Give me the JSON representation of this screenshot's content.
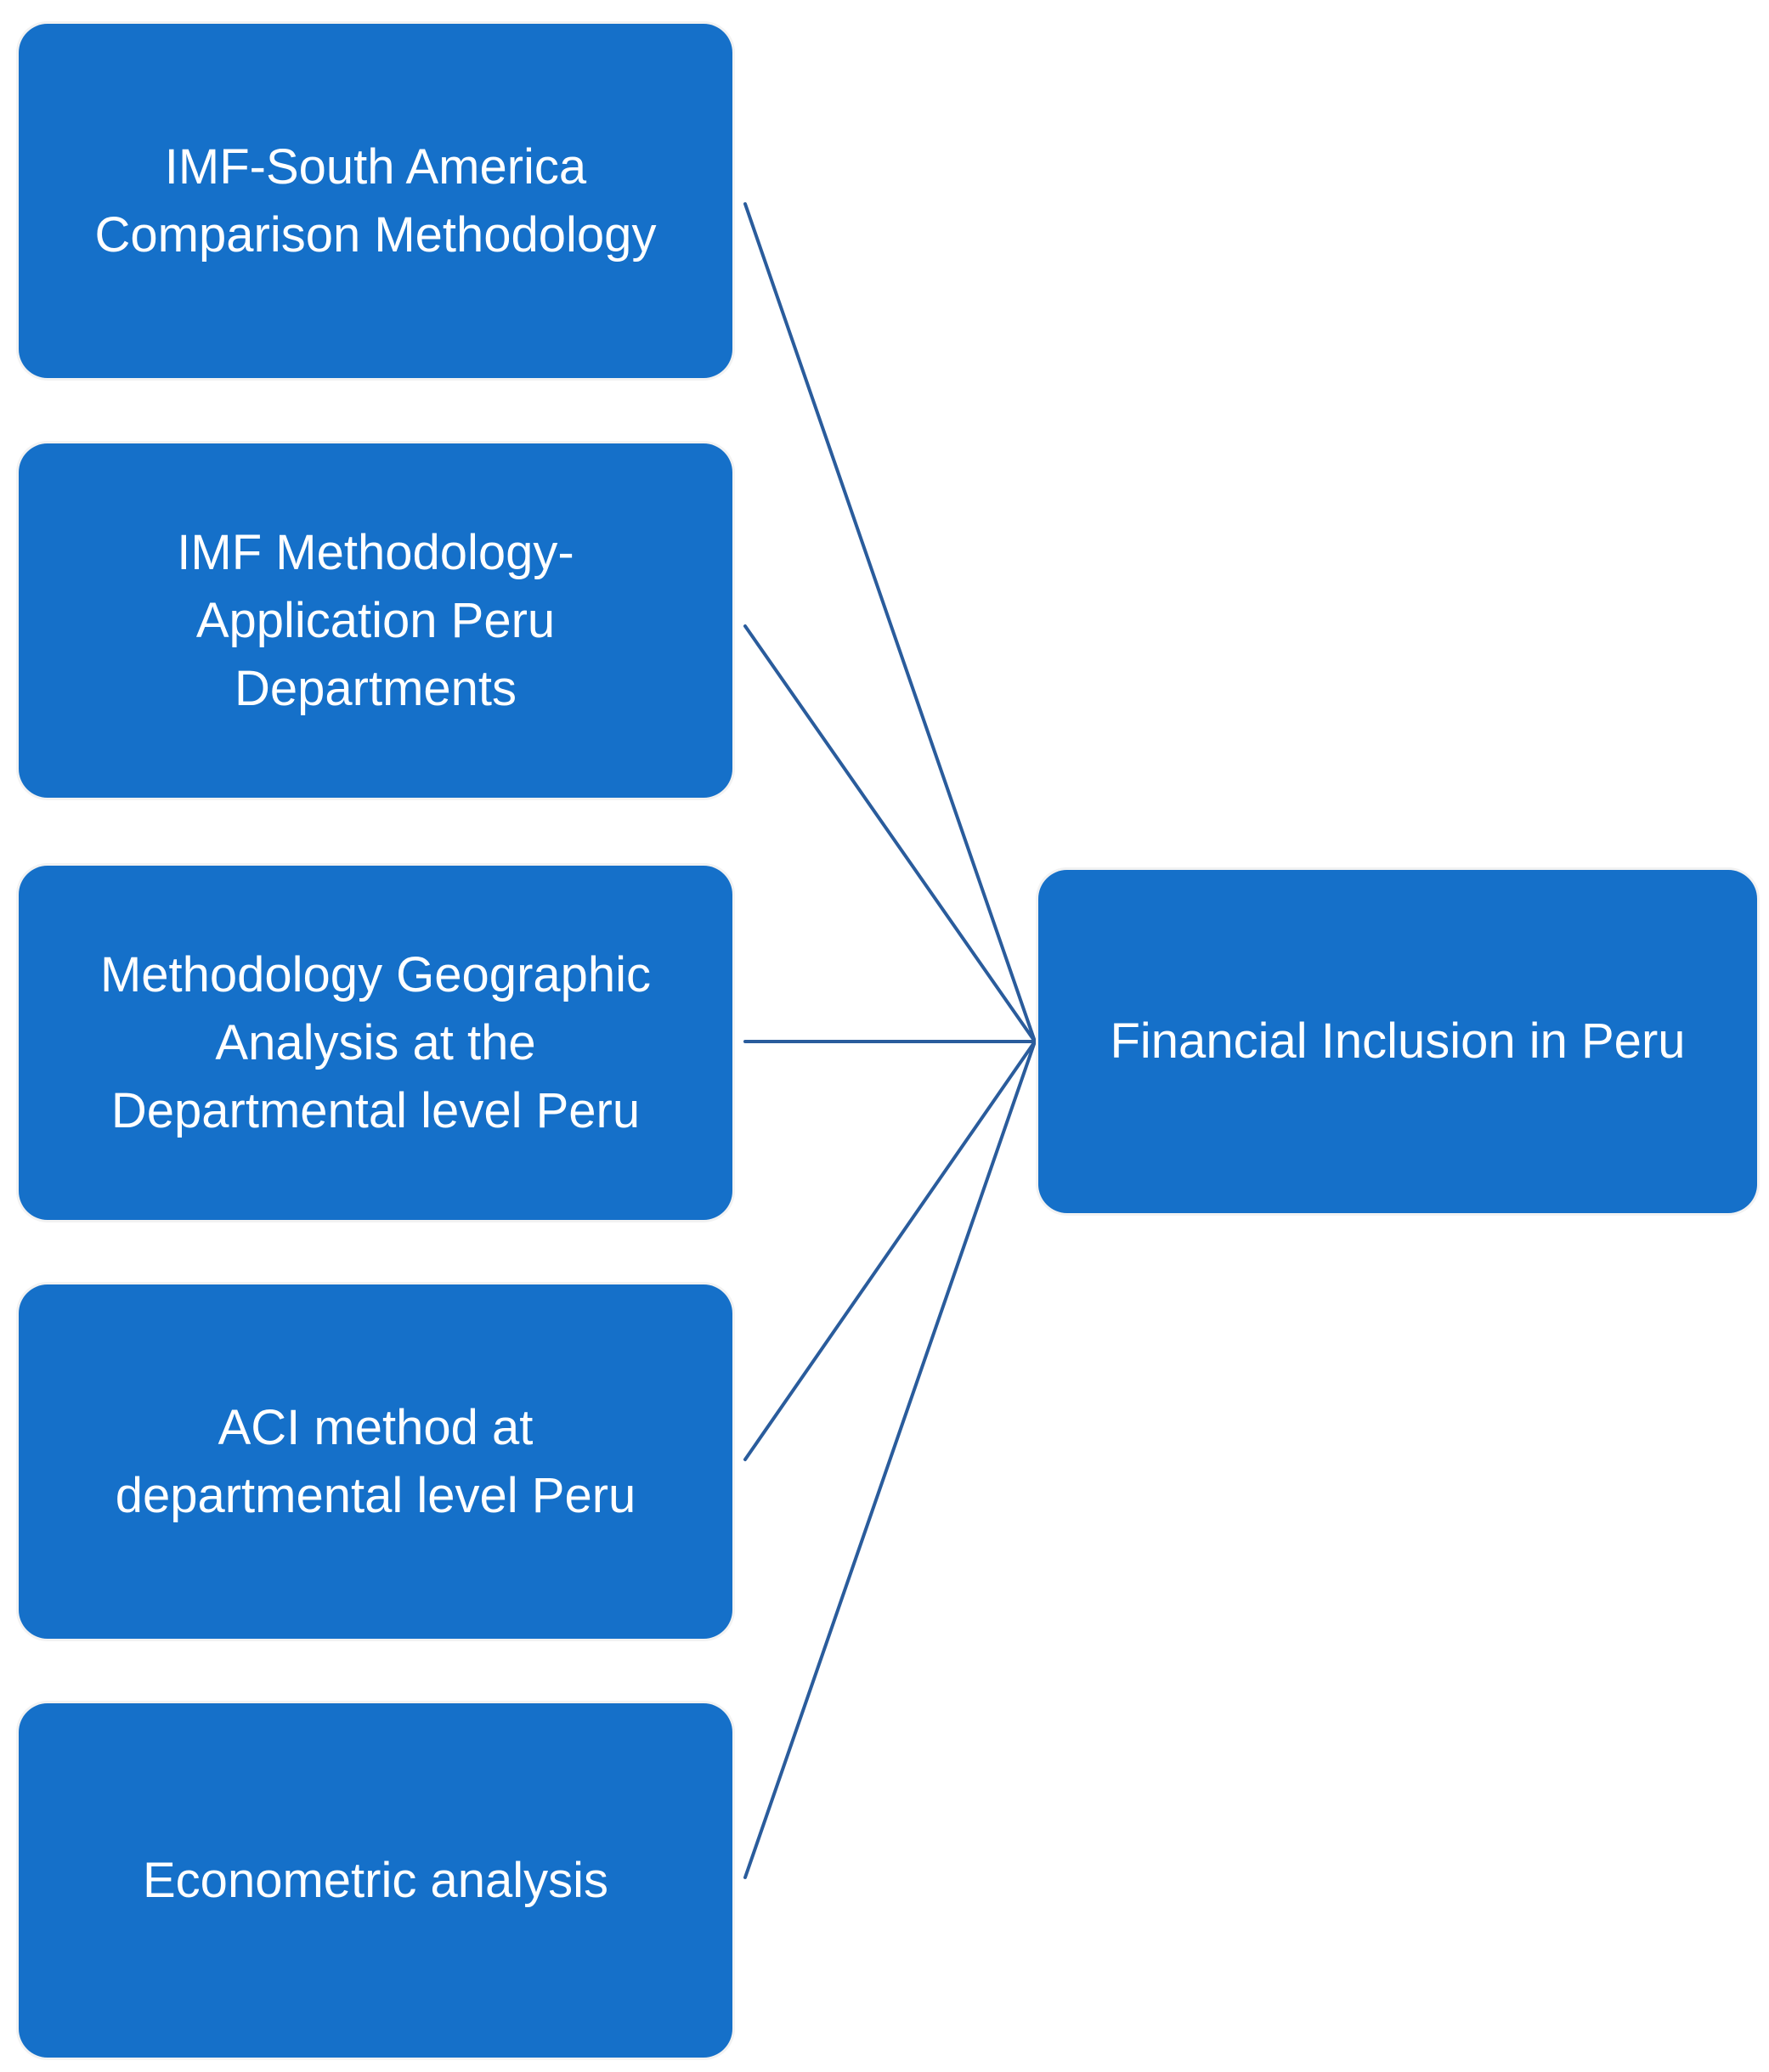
{
  "diagram": {
    "sources": [
      {
        "label": "IMF-South America\nComparison Methodology"
      },
      {
        "label": "IMF Methodology-\nApplication Peru\nDepartments"
      },
      {
        "label": "Methodology Geographic\nAnalysis at the\nDepartmental level Peru"
      },
      {
        "label": "ACI method at\ndepartmental level Peru"
      },
      {
        "label": "Econometric analysis"
      }
    ],
    "target": {
      "label": "Financial Inclusion in Peru"
    },
    "colors": {
      "box_fill": "#1570c9",
      "box_text": "#ffffff",
      "connector": "#2a5c9c",
      "background": "#ffffff"
    }
  }
}
